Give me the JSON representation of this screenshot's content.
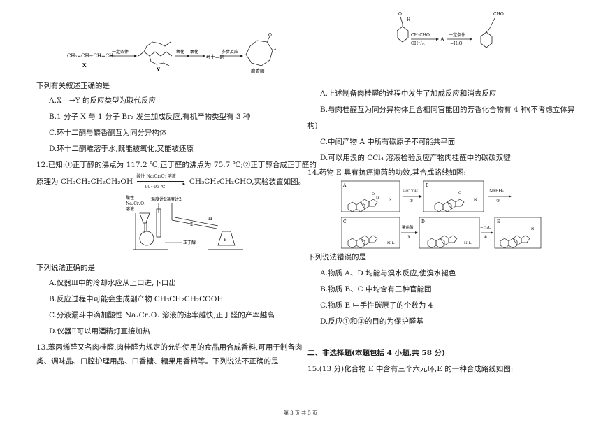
{
  "left": {
    "fig_x_label": "X",
    "fig_y_label": "Y",
    "fig_reaction_text": "CH₂=CH−CH=CH₂",
    "fig_condition": "一定条件",
    "fig_oxidation_1": "氧化",
    "fig_oxidation_2": "氧化",
    "fig_intermediate": "环十二酮",
    "fig_multistep": "多步反应",
    "fig_product": "麝香酮",
    "q11_stem": "下列有关叙述正确的是",
    "q11_a": "A.X—→Y 的反应类型为取代反应",
    "q11_b": "B.1 分子 X 与 1 分子 Br₂ 发生加成反应,有机产物类型有 3 种",
    "q11_c": "C.环十二酮与麝香酮互为同分异构体",
    "q11_d": "D.环十二酮难溶于水,既能被氧化,又能被还原",
    "q12_line1": "12.已知:①正丁醇的沸点为 117.2 ℃,正丁醛的沸点为 75.7 ℃;②正丁醇合成正丁醛的",
    "q12_line2_a": "原理为 CH₃CH₂CH₂CH₂OH",
    "q12_arrow_top": "酸性 Na₂Cr₂O₇ 溶液",
    "q12_arrow_bottom": "90~95 ℃",
    "q12_line2_b": "CH₃CH₂CH₂CHO,实验装置如图。",
    "app_label_1": "酸性",
    "app_label_2": "Na₂Cr₂O₇",
    "app_label_3": "溶液",
    "app_label_thermo1": "温度计1",
    "app_label_thermo2": "温度计2",
    "app_label_II": "Ⅱ",
    "app_label_III": "Ⅲ",
    "app_label_B": "B",
    "app_label_flask": "正丁醇",
    "q12_stem": "下列说法正确的是",
    "q12_a": "A.仪器Ⅲ中的冷却水应从上口进,下口出",
    "q12_b": "B.反应过程中可能会生成副产物 CH₃CH₂CH₂COOH",
    "q12_c": "C.分液漏斗中滴加酸性 Na₂Cr₂O₇ 溶液的速率越快,正丁醛的产率越高",
    "q12_d": "D.仪器Ⅱ可以用酒精灯直接加热",
    "q13_line1": "13.苯丙烯醛又名肉桂醛,肉桂醛为规定的允许使用的食品用合成香料,可用于制备肉",
    "q13_line2_a": "类、调味品、口腔护理用品、口香糖、糖果用香精等。下列说法",
    "q13_line2_b": "不正确",
    "q13_line2_c": "的是"
  },
  "right": {
    "fig_reagent_top": "CH₃CHO",
    "fig_reagent_bottom": "OH⁻/△",
    "fig_A": "A",
    "fig_cond_top": "一定条件",
    "fig_cond_bottom": "−H₂O",
    "fig_cho": "CHO",
    "fig_o": "O",
    "fig_h": "H",
    "q13_a": "A.上述制备肉桂醛的过程中发生了加成反应和消去反应",
    "q13_b1": "B.与肉桂醛互为同分异构体且含相同官能团的芳香化合物有 4 种(不考虑立体异",
    "q13_b2": "构)",
    "q13_c": "C.中间产物 A 中所有碳原子不可能共平面",
    "q13_d": "D.可以用溴的 CCl₄ 溶液检验反应产物肉桂醛中的碳碳双键",
    "q14_line1": "14.药物 E 具有抗癌抑菌的功效,其合成路线如图:",
    "box_A": "A",
    "box_B": "B",
    "box_C": "C",
    "box_D": "D",
    "box_E": "E",
    "step1": "①",
    "step2": "②",
    "step3": "③",
    "step4": "④",
    "reagent_nabh4": "NaBH₄",
    "reagent_acid": "稀盐酸",
    "reagent_h2o": "−H₂O",
    "reagent_diol": "HO⌒OH",
    "q14_stem": "下列说法错误的是",
    "q14_a": "A.物质 A、D 均能与溴水反应,使溴水褪色",
    "q14_b": "B.物质 B、C 中均含有三种官能团",
    "q14_c": "C.物质 E 中手性碳原子的个数为 4",
    "q14_d": "D.反应①和③的目的为保护醛基",
    "sec2": "二、非选择题(本题包括 4 小题,共 58 分)",
    "q15": "15.(13 分)化合物 E 中含有三个六元环,E 的一种合成路线如图:"
  },
  "footer": "第 3 页 共 5 页"
}
